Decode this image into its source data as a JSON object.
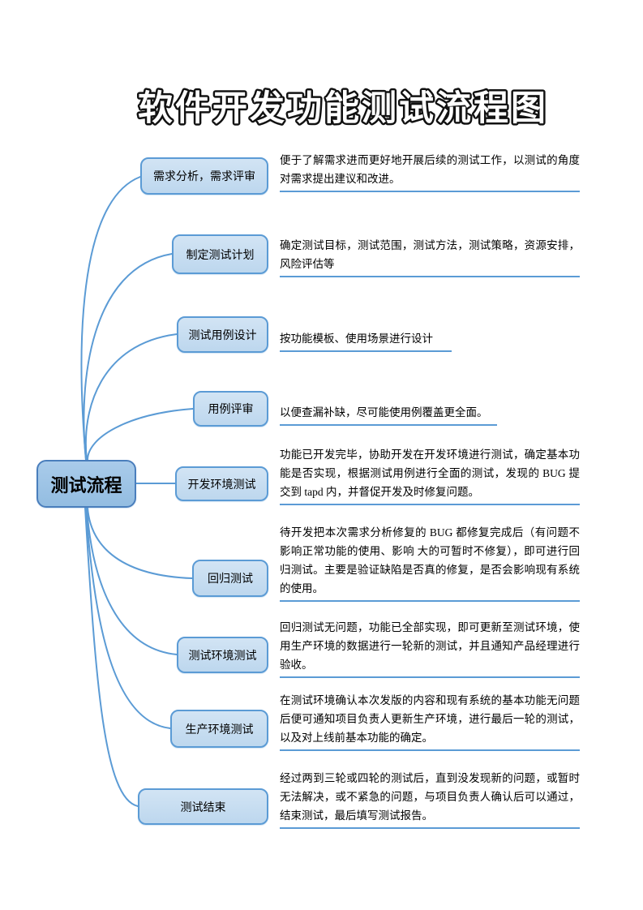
{
  "title": "软件开发功能测试流程图",
  "root": {
    "label": "测试流程"
  },
  "colors": {
    "accent_blue": "#5b9bd5",
    "root_fill": "#9dc3e6",
    "child_fill": "#c5ddf1",
    "title_outline": "#111111",
    "title_fill": "#ffffff",
    "text": "#000000",
    "background": "#ffffff"
  },
  "branches": [
    {
      "label": "需求分析，需求评审",
      "desc": "便于了解需求进而更好地开展后续的测试工作，以测试的角度对需求提出建议和改进。"
    },
    {
      "label": "制定测试计划",
      "desc": "确定测试目标，测试范围，测试方法，测试策略，资源安排，风险评估等"
    },
    {
      "label": "测试用例设计",
      "desc": "按功能模板、使用场景进行设计"
    },
    {
      "label": "用例评审",
      "desc": "以便查漏补缺，尽可能使用例覆盖更全面。"
    },
    {
      "label": "开发环境测试",
      "desc": "功能已开发完毕，协助开发在开发环境进行测试，确定基本功能是否实现，根据测试用例进行全面的测试，发现的 BUG 提交到 tapd 内，并督促开发及时修复问题。"
    },
    {
      "label": "回归测试",
      "desc": "待开发把本次需求分析修复的 BUG 都修复完成后（有问题不影响正常功能的使用、影响 大的可暂时不修复），即可进行回归测试。主要是验证缺陷是否真的修复，是否会影响现有系统的使用。"
    },
    {
      "label": "测试环境测试",
      "desc": "回归测试无问题，功能已全部实现，即可更新至测试环境，使用生产环境的数据进行一轮新的测试，并且通知产品经理进行验收。"
    },
    {
      "label": "生产环境测试",
      "desc": "在测试环境确认本次发版的内容和现有系统的基本功能无问题后便可通知项目负责人更新生产环境，进行最后一轮的测试，以及对上线前基本功能的确定。"
    },
    {
      "label": "测试结束",
      "desc": "经过两到三轮或四轮的测试后，直到没发现新的问题，或暂时无法解决，或不紧急的问题，与项目负责人确认后可以通过，结束测试，最后填写测试报告。"
    }
  ]
}
